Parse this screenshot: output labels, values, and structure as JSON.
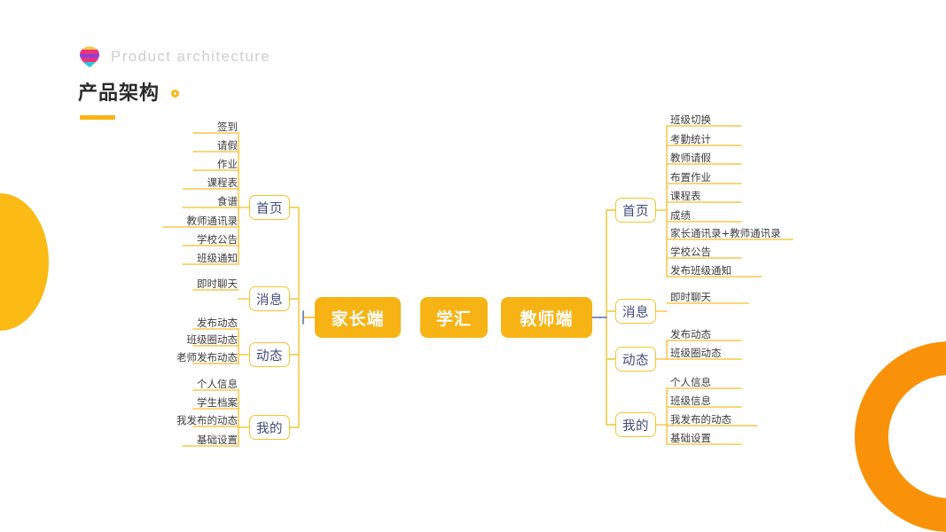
{
  "header": {
    "logo_icon": "striped-droplet-logo",
    "english_title": "Product architecture",
    "chinese_title": "产品架构",
    "accent_color": "#FBB413"
  },
  "colors": {
    "box_fill": "#F7B314",
    "node_border": "#F9C32F",
    "node_text": "#3d4a78",
    "leaf_text": "#3b3b3b",
    "wire": "#F9C94A",
    "wire_accent": "#7e93b8",
    "deco_left": "#FBBA14",
    "deco_ring": "#F99208"
  },
  "center": {
    "root_label": "学汇",
    "left_root_label": "家长端",
    "right_root_label": "教师端"
  },
  "parent_side": {
    "name": "家长端",
    "branches": [
      {
        "label": "首页",
        "leaves": [
          "签到",
          "请假",
          "作业",
          "课程表",
          "食谱",
          "教师通讯录",
          "学校公告",
          "班级通知"
        ]
      },
      {
        "label": "消息",
        "leaves": [
          "即时聊天"
        ]
      },
      {
        "label": "动态",
        "leaves": [
          "发布动态",
          "班级圈动态",
          "老师发布动态"
        ]
      },
      {
        "label": "我的",
        "leaves": [
          "个人信息",
          "学生档案",
          "我发布的动态",
          "基础设置"
        ]
      }
    ]
  },
  "teacher_side": {
    "name": "教师端",
    "branches": [
      {
        "label": "首页",
        "leaves": [
          "班级切换",
          "考勤统计",
          "教师请假",
          "布置作业",
          "课程表",
          "成绩",
          "家长通讯录+教师通讯录",
          "学校公告",
          "发布班级通知"
        ]
      },
      {
        "label": "消息",
        "leaves": [
          "即时聊天"
        ]
      },
      {
        "label": "动态",
        "leaves": [
          "发布动态",
          "班级圈动态"
        ]
      },
      {
        "label": "我的",
        "leaves": [
          "个人信息",
          "班级信息",
          "我发布的动态",
          "基础设置"
        ]
      }
    ]
  }
}
